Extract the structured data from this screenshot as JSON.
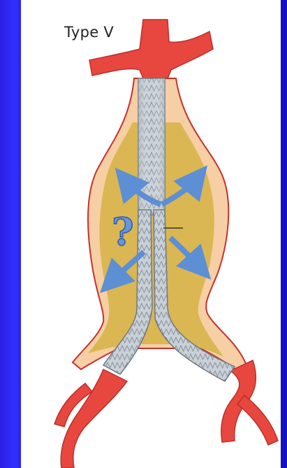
{
  "title": "Type V",
  "question_mark": "?",
  "colors": {
    "background": "#2b22f0",
    "panel": "#ffffff",
    "artery": "#e8473f",
    "aneurysm_sac": "#f4c89a",
    "thrombus": "#d9b54d",
    "stent_graft": "#c8cfd6",
    "arrow": "#5c8fd4"
  },
  "icons": [
    "aorta-illustration",
    "stent-graft",
    "endoleak-arrow",
    "question-mark"
  ]
}
